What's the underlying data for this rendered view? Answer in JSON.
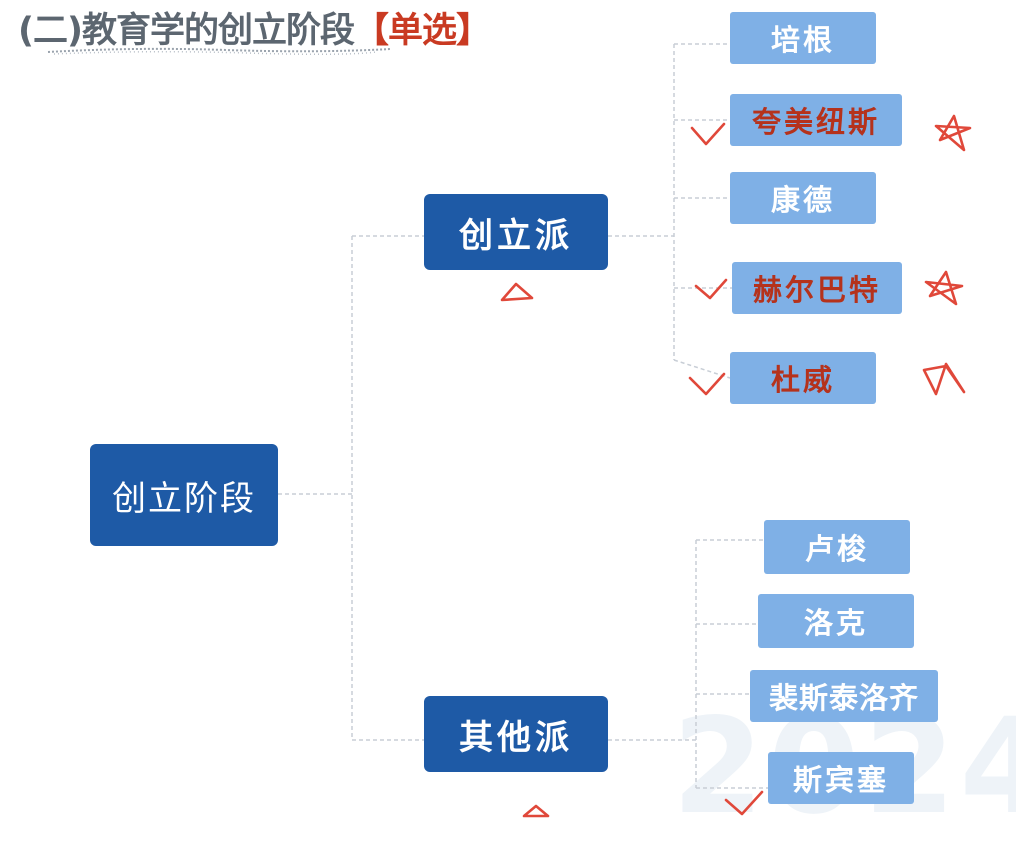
{
  "header": {
    "title": "(二)教育学的创立阶段",
    "tag": "【单选】"
  },
  "root": {
    "label": "创立阶段"
  },
  "groups": {
    "founding": {
      "label": "创立派",
      "items": [
        {
          "label": "培根",
          "highlight": false
        },
        {
          "label": "夸美纽斯",
          "highlight": true
        },
        {
          "label": "康德",
          "highlight": false
        },
        {
          "label": "赫尔巴特",
          "highlight": true
        },
        {
          "label": "杜威",
          "highlight": true
        }
      ]
    },
    "other": {
      "label": "其他派",
      "items": [
        {
          "label": "卢梭",
          "highlight": false
        },
        {
          "label": "洛克",
          "highlight": false
        },
        {
          "label": "裴斯泰洛齐",
          "highlight": false
        },
        {
          "label": "斯宾塞",
          "highlight": false
        }
      ]
    }
  },
  "watermark": "2024",
  "colors": {
    "dark_node": "#1e5aa6",
    "light_node": "#7fb0e6",
    "highlight_text": "#b5321c",
    "annotation": "#e0483a",
    "connector": "#c8ced6"
  }
}
